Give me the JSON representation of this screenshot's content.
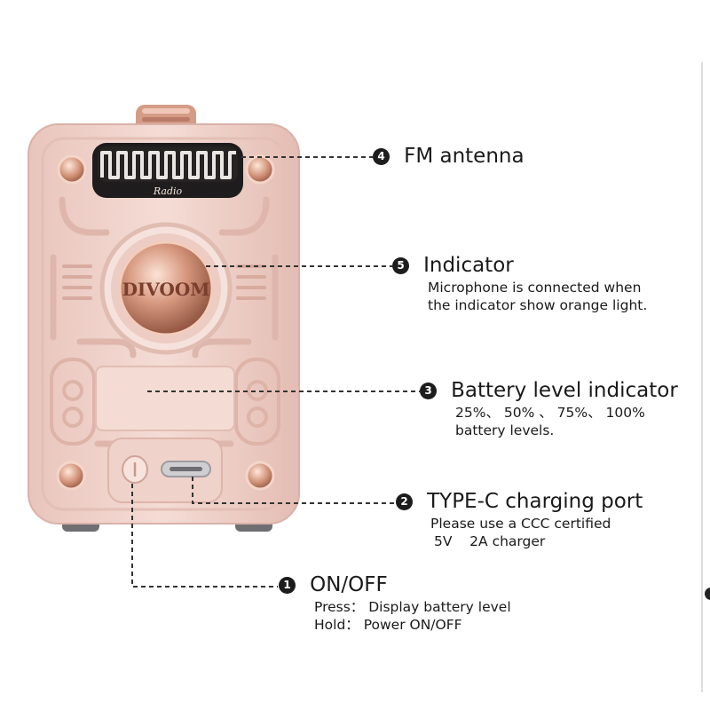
{
  "device": {
    "logo_text": "DIVOOM",
    "plate_text": "Radio"
  },
  "callouts": [
    {
      "num": "4",
      "title": "FM antenna",
      "lines": []
    },
    {
      "num": "5",
      "title": "Indicator",
      "lines": [
        "Microphone is connected when",
        "the indicator show orange light."
      ]
    },
    {
      "num": "3",
      "title": "Battery level indicator",
      "lines": [
        "25%、 50% 、 75%、 100%",
        "battery levels."
      ]
    },
    {
      "num": "2",
      "title": "TYPE-C charging port",
      "lines": [
        "Please use a CCC certified",
        "5V    2A charger"
      ]
    },
    {
      "num": "1",
      "title": "ON/OFF",
      "lines": [
        "Press： Display battery level",
        "Hold： Power ON/OFF"
      ]
    }
  ],
  "colors": {
    "body": "#f0d2cb",
    "body_shadow": "#d9b1a8",
    "rose_gold": "#c98a72",
    "leader": "#333333"
  }
}
